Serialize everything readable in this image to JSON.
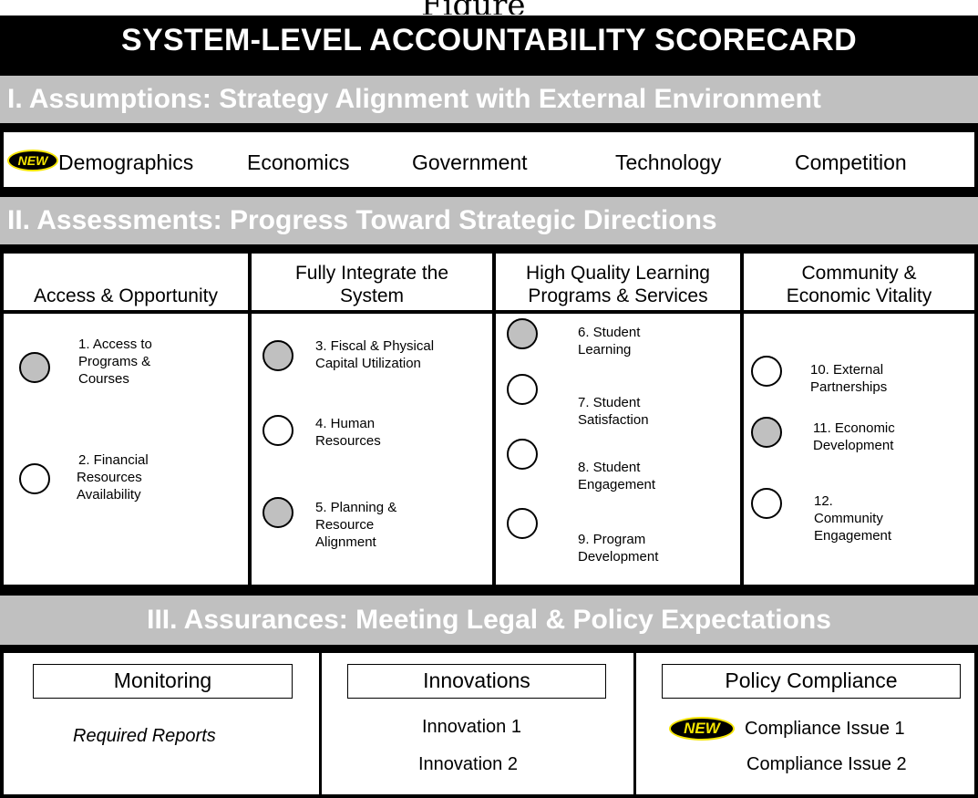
{
  "top_clipped_text": "Figure",
  "title": "SYSTEM-LEVEL ACCOUNTABILITY SCORECARD",
  "section1": {
    "label": "I.  Assumptions:  Strategy Alignment with External Environment"
  },
  "environment": {
    "new_badge": "NEW",
    "items": [
      "Demographics",
      "Economics",
      "Government",
      "Technology",
      "Competition"
    ]
  },
  "section2": {
    "label": "II.  Assessments:  Progress Toward Strategic Directions"
  },
  "directions": [
    {
      "heading_line1": "",
      "heading_line2": "Access & Opportunity",
      "items": [
        {
          "lines": [
            "1.  Access to",
            "Programs &",
            "Courses"
          ],
          "status": "filled"
        },
        {
          "lines": [
            "2.  Financial",
            "Resources",
            "Availability"
          ],
          "status": "empty"
        }
      ]
    },
    {
      "heading_line1": "Fully Integrate the",
      "heading_line2": "System",
      "items": [
        {
          "lines": [
            "3. Fiscal & Physical",
            "Capital Utilization"
          ],
          "status": "filled"
        },
        {
          "lines": [
            "4. Human",
            "Resources"
          ],
          "status": "empty"
        },
        {
          "lines": [
            "5. Planning &",
            "Resource",
            "Alignment"
          ],
          "status": "filled"
        }
      ]
    },
    {
      "heading_line1": "High Quality Learning",
      "heading_line2": "Programs & Services",
      "items": [
        {
          "lines": [
            "6. Student",
            "Learning"
          ],
          "status": "filled"
        },
        {
          "lines": [
            "7. Student",
            "Satisfaction"
          ],
          "status": "empty"
        },
        {
          "lines": [
            "8. Student",
            "Engagement"
          ],
          "status": "empty"
        },
        {
          "lines": [
            "9. Program",
            "Development"
          ],
          "status": "empty"
        }
      ]
    },
    {
      "heading_line1": "Community &",
      "heading_line2": "Economic Vitality",
      "items": [
        {
          "lines": [
            "10. External",
            "Partnerships"
          ],
          "status": "empty"
        },
        {
          "lines": [
            "11. Economic",
            "Development"
          ],
          "status": "filled"
        },
        {
          "lines": [
            "12.",
            "Community",
            "Engagement"
          ],
          "status": "empty"
        }
      ]
    }
  ],
  "section3": {
    "label": "III.  Assurances:  Meeting Legal & Policy Expectations"
  },
  "assurances": {
    "monitoring": {
      "heading": "Monitoring",
      "items": [
        "Required Reports"
      ]
    },
    "innovations": {
      "heading": "Innovations",
      "items": [
        "Innovation 1",
        "Innovation 2"
      ]
    },
    "compliance": {
      "heading": "Policy Compliance",
      "new_badge": "NEW",
      "items": [
        "Compliance Issue 1",
        "Compliance Issue 2"
      ]
    }
  },
  "colors": {
    "header_bg": "#000000",
    "section_bg": "#c0c0c0",
    "filled_circle": "#c0c0c0",
    "badge_text": "#f5e500"
  }
}
